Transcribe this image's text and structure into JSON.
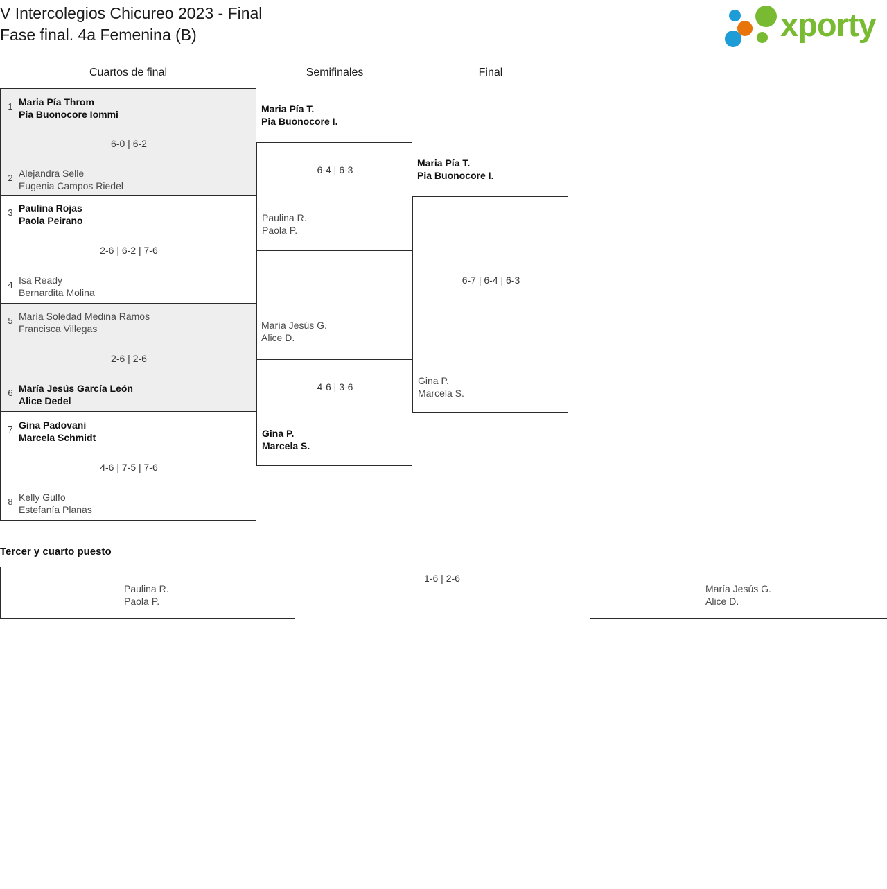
{
  "header": {
    "title_line1": "V Intercolegios Chicureo 2023 - Final",
    "title_line2": "Fase final. 4a Femenina (B)",
    "logo_text": "xporty",
    "logo_colors": {
      "green": "#78bb33",
      "blue": "#1e9cd7",
      "orange": "#e8740c"
    }
  },
  "rounds": {
    "quarterfinals_label": "Cuartos de final",
    "semifinals_label": "Semifinales",
    "final_label": "Final"
  },
  "quarterfinals": [
    {
      "seed_top": "1",
      "top_p1": "Maria Pía Throm",
      "top_p2": "Pia Buonocore Iommi",
      "top_winner": true,
      "seed_bottom": "2",
      "bottom_p1": "Alejandra Selle",
      "bottom_p2": "Eugenia Campos Riedel",
      "bottom_winner": false,
      "score": "6-0 | 6-2",
      "shaded": true
    },
    {
      "seed_top": "3",
      "top_p1": "Paulina Rojas",
      "top_p2": "Paola Peirano",
      "top_winner": true,
      "seed_bottom": "4",
      "bottom_p1": "Isa Ready",
      "bottom_p2": "Bernardita Molina",
      "bottom_winner": false,
      "score": "2-6 | 6-2 | 7-6",
      "shaded": false
    },
    {
      "seed_top": "5",
      "top_p1": "María Soledad Medina Ramos",
      "top_p2": "Francisca Villegas",
      "top_winner": false,
      "seed_bottom": "6",
      "bottom_p1": "María Jesús García León",
      "bottom_p2": "Alice Dedel",
      "bottom_winner": true,
      "score": "2-6 | 2-6",
      "shaded": true
    },
    {
      "seed_top": "7",
      "top_p1": "Gina Padovani",
      "top_p2": "Marcela Schmidt",
      "top_winner": true,
      "seed_bottom": "8",
      "bottom_p1": "Kelly Gulfo",
      "bottom_p2": "Estefanía Planas",
      "bottom_winner": false,
      "score": "4-6 | 7-5 | 7-6",
      "shaded": false
    }
  ],
  "semifinals": [
    {
      "top_p1": "Maria Pía T.",
      "top_p2": "Pia Buonocore I.",
      "top_winner": true,
      "bottom_p1": "Paulina R.",
      "bottom_p2": "Paola P.",
      "bottom_winner": false,
      "score": "6-4 | 6-3"
    },
    {
      "top_p1": "María Jesús G.",
      "top_p2": "Alice D.",
      "top_winner": false,
      "bottom_p1": "Gina P.",
      "bottom_p2": "Marcela S.",
      "bottom_winner": true,
      "score": "4-6 | 3-6"
    }
  ],
  "final": {
    "top_p1": "Maria Pía T.",
    "top_p2": "Pia Buonocore I.",
    "top_winner": true,
    "bottom_p1": "Gina P.",
    "bottom_p2": "Marcela S.",
    "bottom_winner": false,
    "score": "6-7 | 6-4 | 6-3"
  },
  "third_place": {
    "title": "Tercer y cuarto puesto",
    "left_p1": "Paulina R.",
    "left_p2": "Paola P.",
    "right_p1": "María Jesús G.",
    "right_p2": "Alice D.",
    "score": "1-6 | 2-6"
  }
}
